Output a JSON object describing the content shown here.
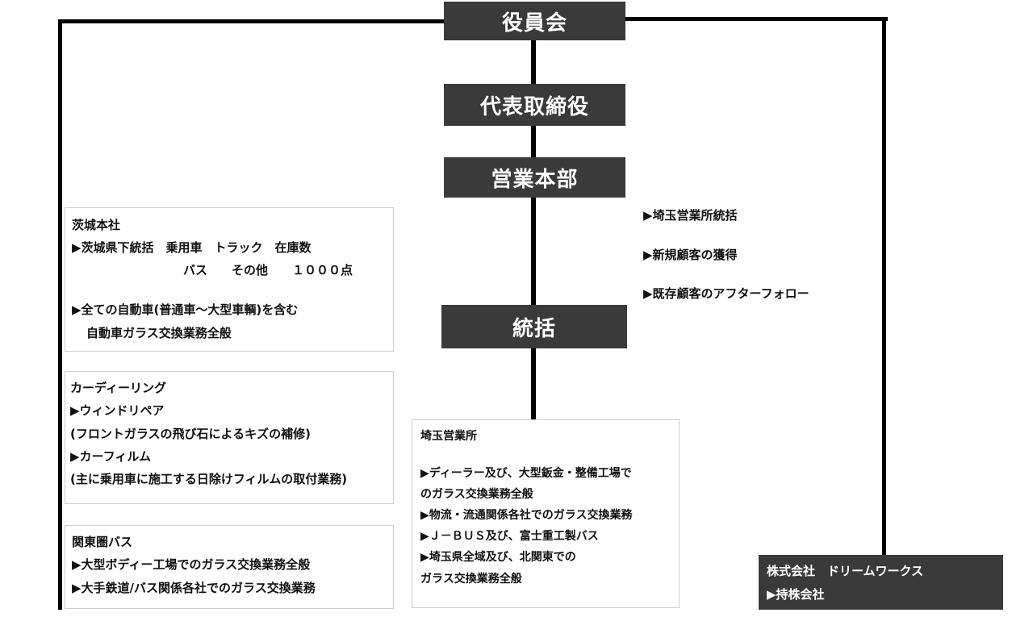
{
  "org": {
    "board": "役員会",
    "ceo": "代表取締役",
    "sales_hq": "営業本部",
    "oversight": "統括"
  },
  "sales_duties": [
    "▶埼玉営業所統括",
    "▶新規顧客の獲得",
    "▶既存顧客のアフターフォロー"
  ],
  "ibaraki": {
    "title": "茨城本社",
    "line1": "▶茨城県下統括　乗用車　トラック　在庫数",
    "line2": "バス　　その他　　１０００点",
    "line3": "▶全ての自動車(普通車～大型車輌)を含む",
    "line4": "自動車ガラス交換業務全般"
  },
  "car_dealing": {
    "title": "カーディーリング",
    "line1": "▶ウィンドリペア",
    "line2": "(フロントガラスの飛び石によるキズの補修)",
    "line3": "▶カーフィルム",
    "line4": "(主に乗用車に施工する日除けフィルムの取付業務)"
  },
  "kanto_bus": {
    "title": "関東圏バス",
    "line1": "▶大型ボディー工場でのガラス交換業務全般",
    "line2": "▶大手鉄道/バス関係各社でのガラス交換業務"
  },
  "saitama": {
    "title": "埼玉営業所",
    "line1": "▶ディーラー及び、大型鈑金・整備工場で",
    "line2": "のガラス交換業務全般",
    "line3": "▶物流・流通関係各社でのガラス交換業務",
    "line4": "▶Ｊ－ＢＵＳ及び、富士重工製バス",
    "line5": "▶埼玉県全域及び、北関東での",
    "line6": "ガラス交換業務全般"
  },
  "holding": {
    "name": "株式会社　ドリームワークス",
    "role": "▶持株会社"
  }
}
